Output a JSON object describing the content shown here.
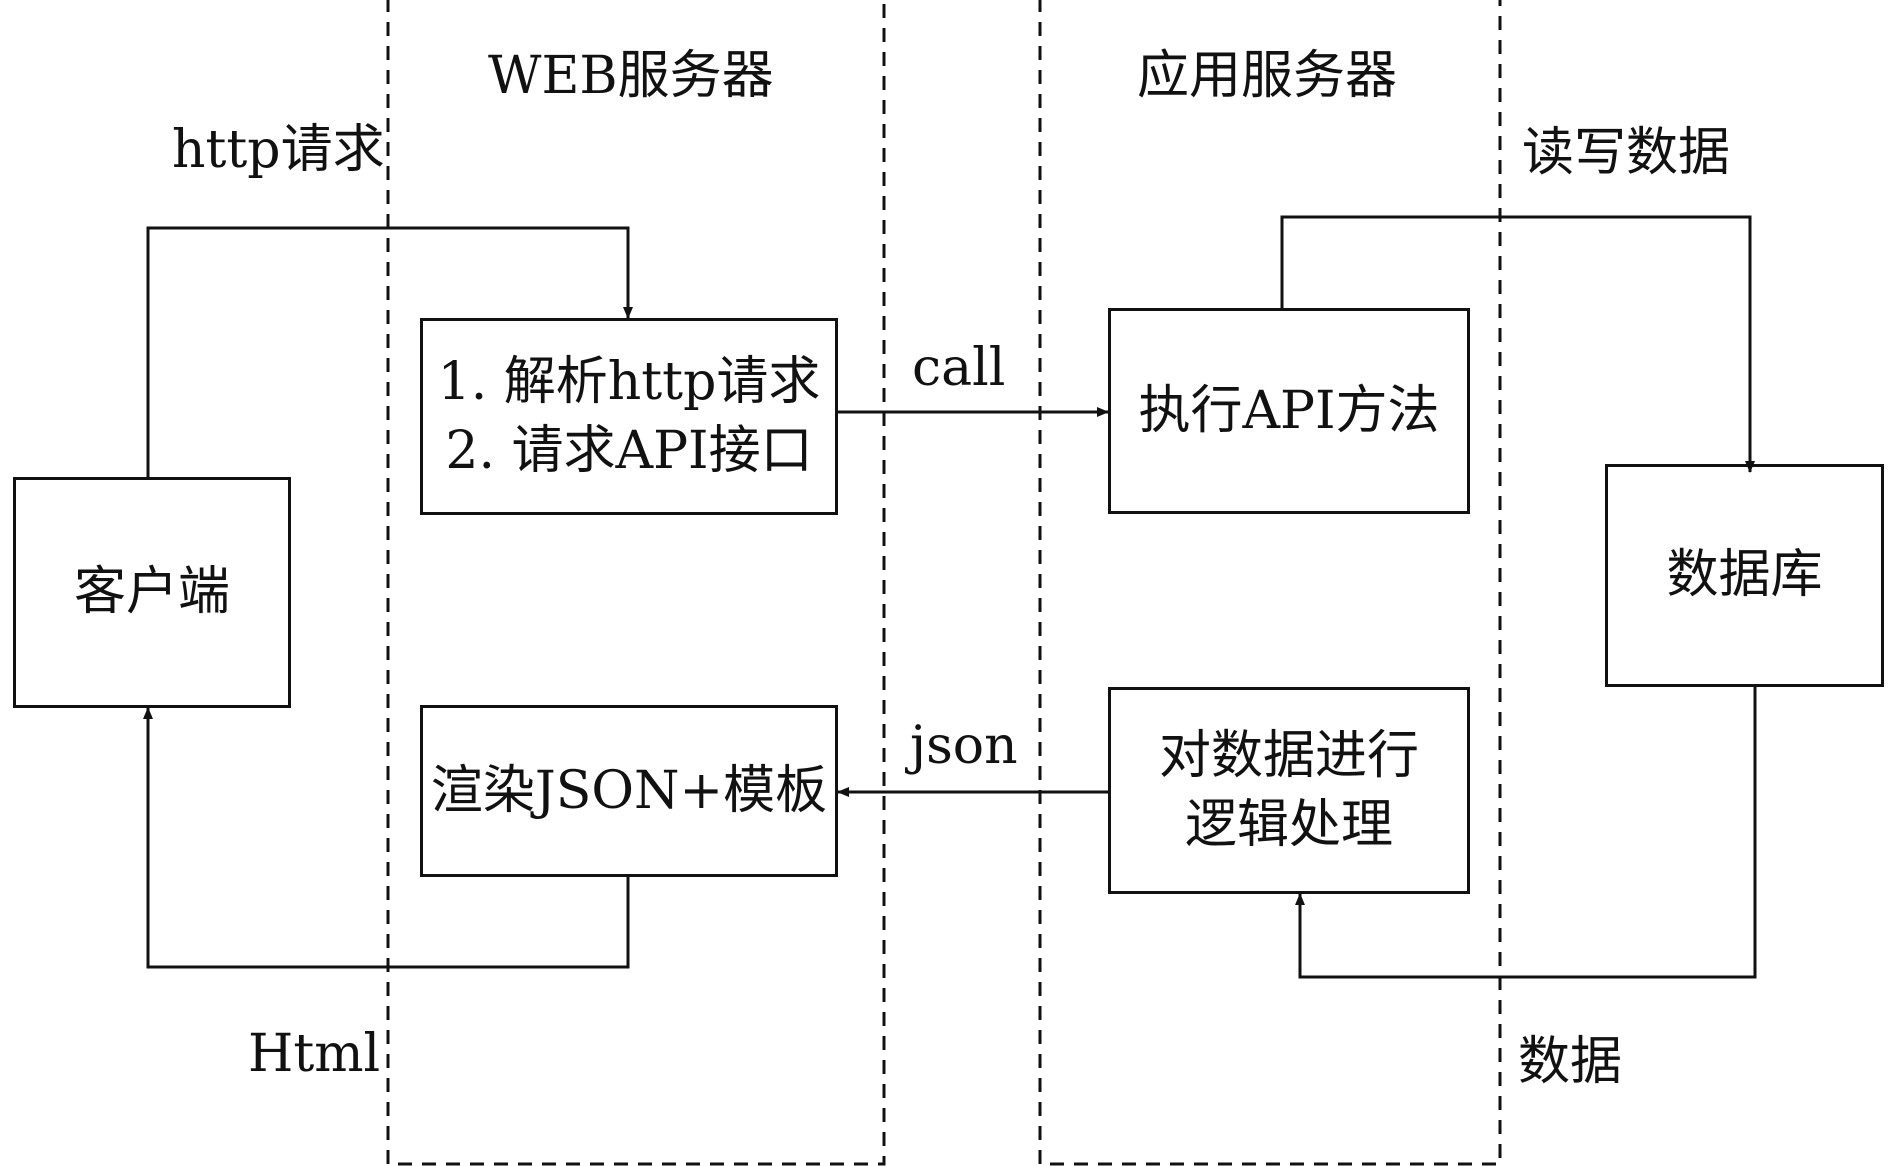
{
  "zones": {
    "web": "WEB服务器",
    "app": "应用服务器"
  },
  "nodes": {
    "client": "客户端",
    "parse": [
      "1. 解析http请求",
      "2. 请求API接口"
    ],
    "render": "渲染JSON+模板",
    "exec": "执行API方法",
    "logic": [
      "对数据进行",
      "逻辑处理"
    ],
    "db": "数据库"
  },
  "edges": {
    "http_request": "http请求",
    "call": "call",
    "json": "json",
    "html": "Html",
    "read_write": "读写数据",
    "data": "数据"
  },
  "colors": {
    "line": "#111111",
    "background": "#ffffff"
  }
}
